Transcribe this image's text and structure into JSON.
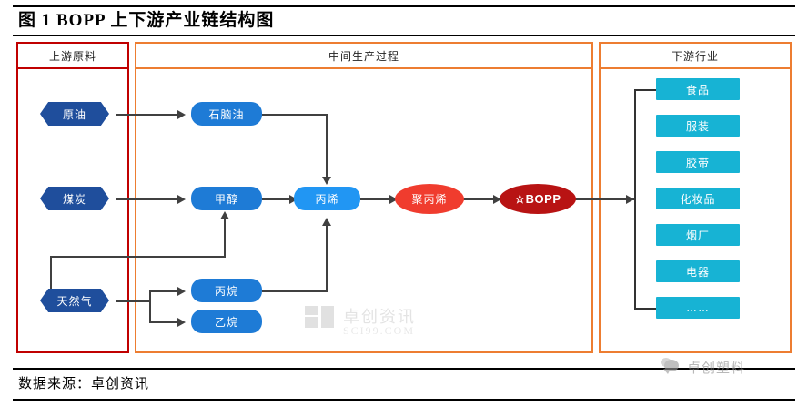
{
  "figure": {
    "title": "图 1  BOPP 上下游产业链结构图",
    "source_label": "数据来源：卓创资讯"
  },
  "panels": {
    "upstream": {
      "header": "上游原料",
      "border_color": "#C00000",
      "nodes": [
        {
          "label": "原油",
          "shape": "hexagon",
          "color": "#1F4E9C"
        },
        {
          "label": "煤炭",
          "shape": "hexagon",
          "color": "#1F4E9C"
        },
        {
          "label": "天然气",
          "shape": "hexagon",
          "color": "#1F4E9C"
        }
      ]
    },
    "middle": {
      "header": "中间生产过程",
      "border_color": "#ED7D31",
      "nodes": [
        {
          "label": "石脑油",
          "shape": "pill",
          "color": "#1E7BD6"
        },
        {
          "label": "甲醇",
          "shape": "pill",
          "color": "#1E7BD6"
        },
        {
          "label": "丙烯",
          "shape": "pill",
          "color": "#2196F3"
        },
        {
          "label": "丙烷",
          "shape": "pill",
          "color": "#1E7BD6"
        },
        {
          "label": "乙烷",
          "shape": "pill",
          "color": "#1E7BD6"
        },
        {
          "label": "聚丙烯",
          "shape": "oval",
          "color": "#F03C2E"
        },
        {
          "label": "☆BOPP",
          "shape": "oval",
          "color": "#B81313"
        }
      ]
    },
    "downstream": {
      "header": "下游行业",
      "border_color": "#ED7D31",
      "nodes": [
        {
          "label": "食品",
          "shape": "rect",
          "color": "#17B3D4"
        },
        {
          "label": "服装",
          "shape": "rect",
          "color": "#17B3D4"
        },
        {
          "label": "胶带",
          "shape": "rect",
          "color": "#17B3D4"
        },
        {
          "label": "化妆品",
          "shape": "rect",
          "color": "#17B3D4"
        },
        {
          "label": "烟厂",
          "shape": "rect",
          "color": "#17B3D4"
        },
        {
          "label": "电器",
          "shape": "rect",
          "color": "#17B3D4"
        },
        {
          "label": "……",
          "shape": "rect",
          "color": "#17B3D4"
        }
      ]
    }
  },
  "flows": [
    {
      "from": "原油",
      "to": "石脑油"
    },
    {
      "from": "煤炭",
      "to": "甲醇"
    },
    {
      "from": "天然气",
      "to": "甲醇"
    },
    {
      "from": "天然气",
      "to": "丙烷"
    },
    {
      "from": "天然气",
      "to": "乙烷"
    },
    {
      "from": "石脑油",
      "to": "丙烯"
    },
    {
      "from": "甲醇",
      "to": "丙烯"
    },
    {
      "from": "丙烷",
      "to": "丙烯"
    },
    {
      "from": "丙烯",
      "to": "聚丙烯"
    },
    {
      "from": "聚丙烯",
      "to": "☆BOPP"
    },
    {
      "from": "☆BOPP",
      "to": "下游行业"
    }
  ],
  "watermark": {
    "text": "卓创资讯",
    "subtext": "SCI99.COM"
  },
  "wechat": {
    "label": "卓创塑料"
  }
}
